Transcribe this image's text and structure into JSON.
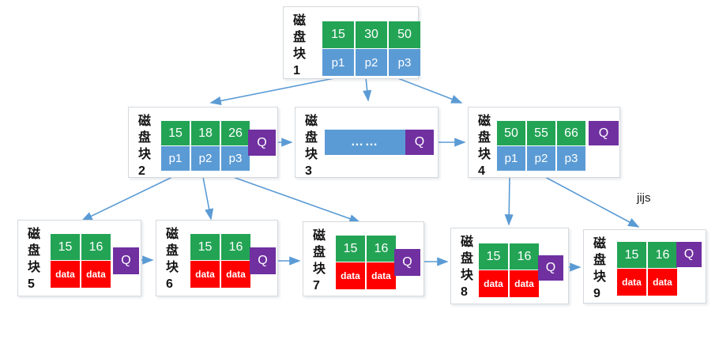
{
  "annotation": "jijs",
  "colors": {
    "key_green": "#23a455",
    "pointer_blue": "#5b9bd5",
    "q_purple": "#7030a0",
    "data_red": "#ff0000",
    "arrow_blue": "#5b9bd5"
  },
  "blocks": {
    "b1": {
      "label": "磁盘块1",
      "keys": [
        "15",
        "30",
        "50"
      ],
      "pointers": [
        "p1",
        "p2",
        "p3"
      ]
    },
    "b2": {
      "label": "磁盘块2",
      "keys": [
        "15",
        "18",
        "26"
      ],
      "pointers": [
        "p1",
        "p2",
        "p3"
      ],
      "q": "Q"
    },
    "b3": {
      "label": "磁盘块3",
      "dots": "……",
      "q": "Q"
    },
    "b4": {
      "label": "磁盘块4",
      "keys": [
        "50",
        "55",
        "66"
      ],
      "pointers": [
        "p1",
        "p2",
        "p3"
      ],
      "q": "Q"
    },
    "b5": {
      "label": "磁盘块5",
      "keys": [
        "15",
        "16"
      ],
      "data": [
        "data",
        "data"
      ],
      "q": "Q"
    },
    "b6": {
      "label": "磁盘块6",
      "keys": [
        "15",
        "16"
      ],
      "data": [
        "data",
        "data"
      ],
      "q": "Q"
    },
    "b7": {
      "label": "磁盘块7",
      "keys": [
        "15",
        "16"
      ],
      "data": [
        "data",
        "data"
      ],
      "q": "Q"
    },
    "b8": {
      "label": "磁盘块8",
      "keys": [
        "15",
        "16"
      ],
      "data": [
        "data",
        "data"
      ],
      "q": "Q"
    },
    "b9": {
      "label": "磁盘块9",
      "keys": [
        "15",
        "16"
      ],
      "data": [
        "data",
        "data"
      ],
      "q": "Q"
    }
  }
}
